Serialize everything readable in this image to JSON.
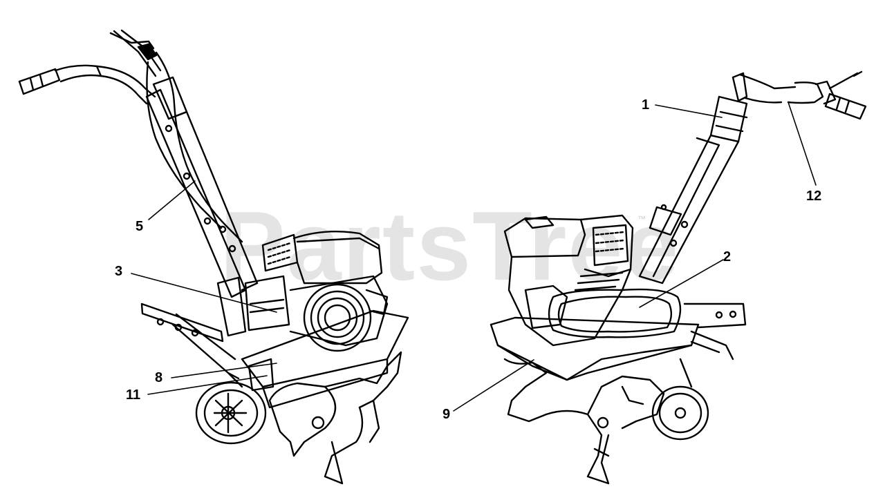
{
  "watermark": {
    "text": "PartsTree",
    "trademark": "™"
  },
  "callouts": {
    "c1": "1",
    "c2": "2",
    "c3": "3",
    "c5": "5",
    "c8": "8",
    "c9": "9",
    "c11": "11",
    "c12": "12"
  }
}
